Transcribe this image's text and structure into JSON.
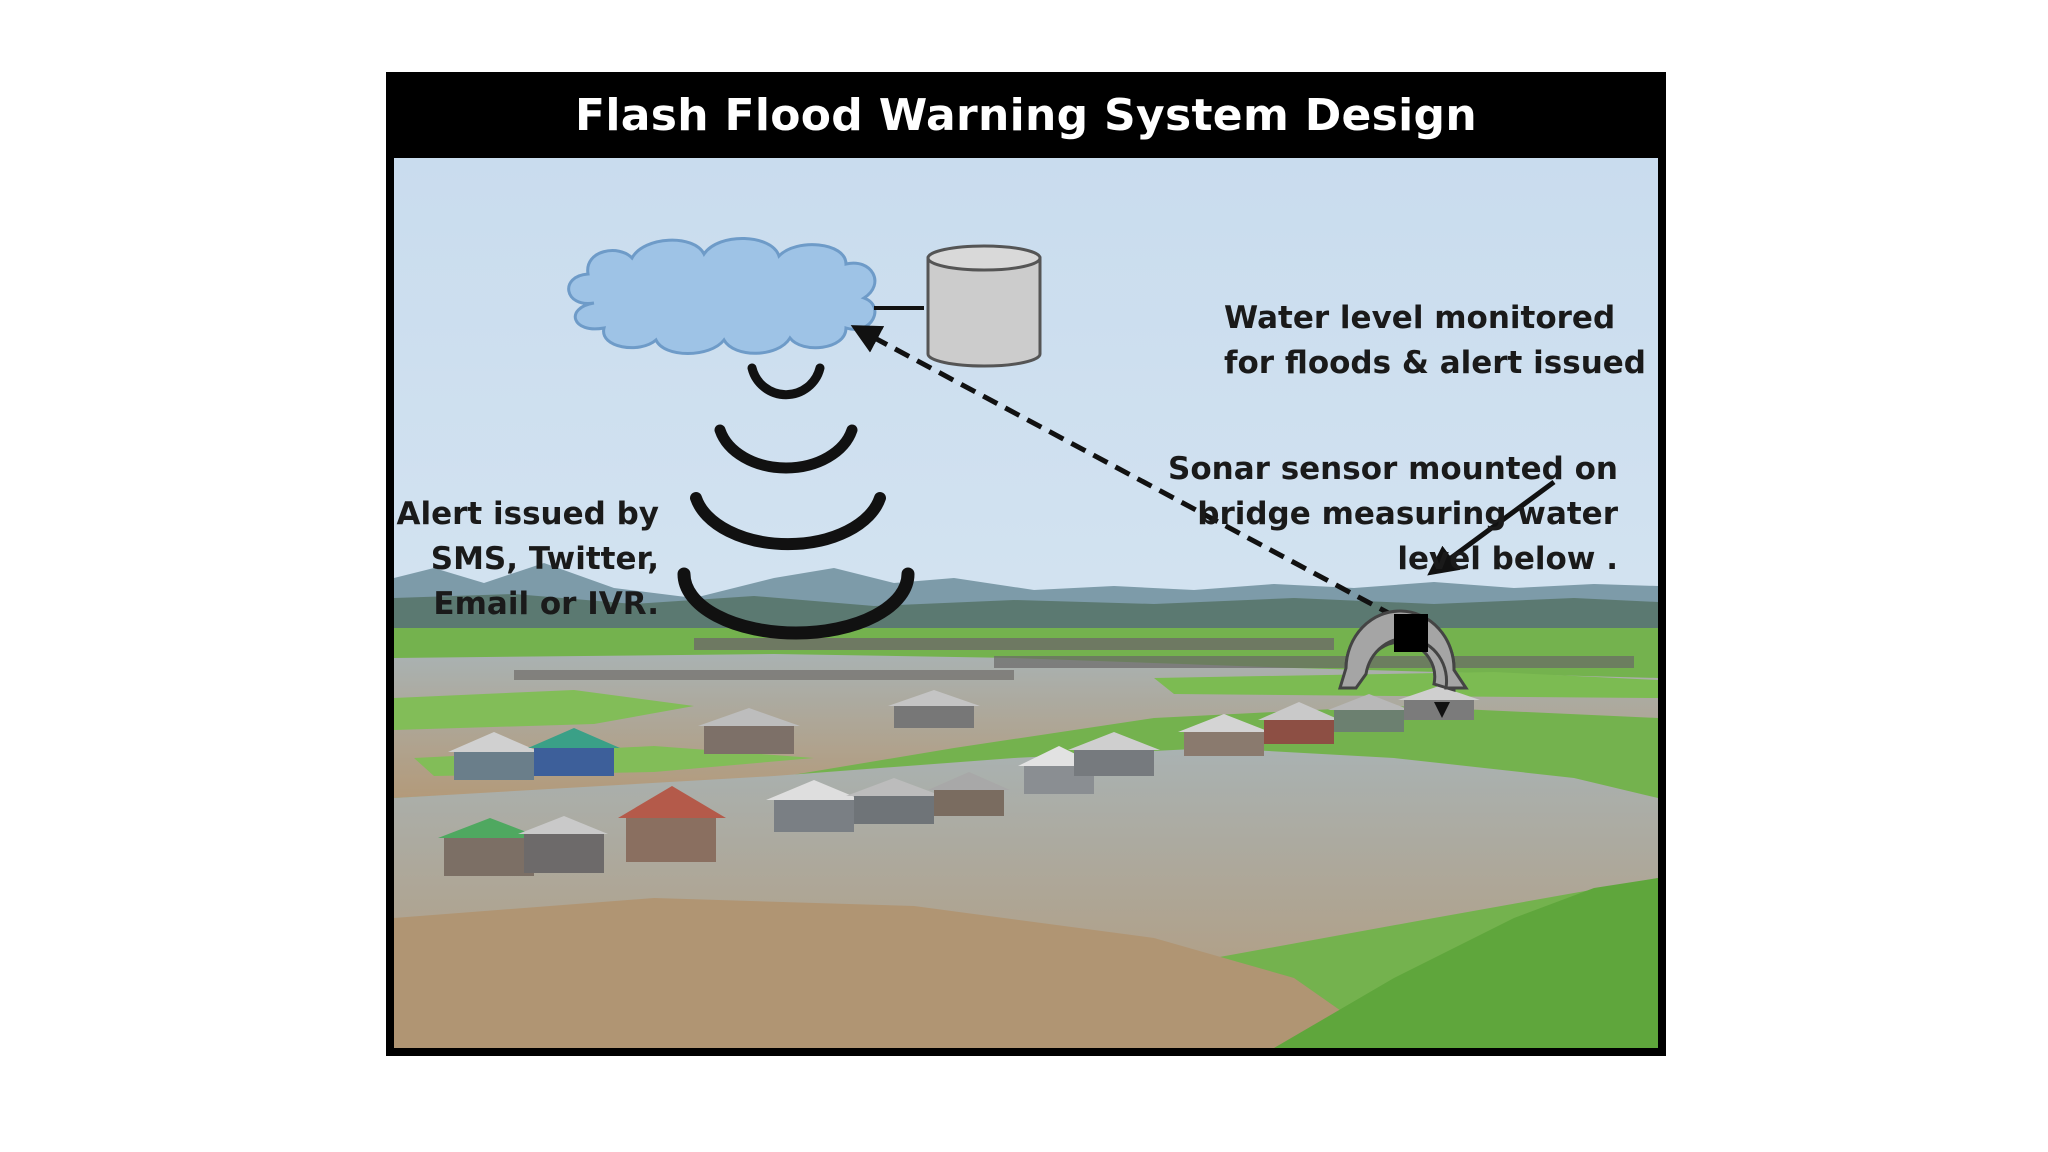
{
  "diagram": {
    "title": "Flash Flood Warning System Design",
    "labels": {
      "water_level": [
        "Water level monitored",
        "for floods & alert issued"
      ],
      "sonar": [
        "Sonar sensor mounted on",
        "bridge measuring water",
        "level below ."
      ],
      "alert": [
        "Alert issued by",
        "SMS, Twitter,",
        "Email or IVR."
      ]
    },
    "icons": {
      "cloud": "cloud-icon",
      "database": "database-icon",
      "signal": "signal-waves-icon",
      "sensor": "sonar-sensor-icon"
    },
    "colors": {
      "title_bg": "#000000",
      "title_text": "#ffffff",
      "sky": "#cfe0ef",
      "cloud": "#9ec3e6",
      "database": "#cccccc",
      "sensor": "#a5a5a5",
      "water": "#b9a58a",
      "grass": "#6fb04a"
    }
  }
}
